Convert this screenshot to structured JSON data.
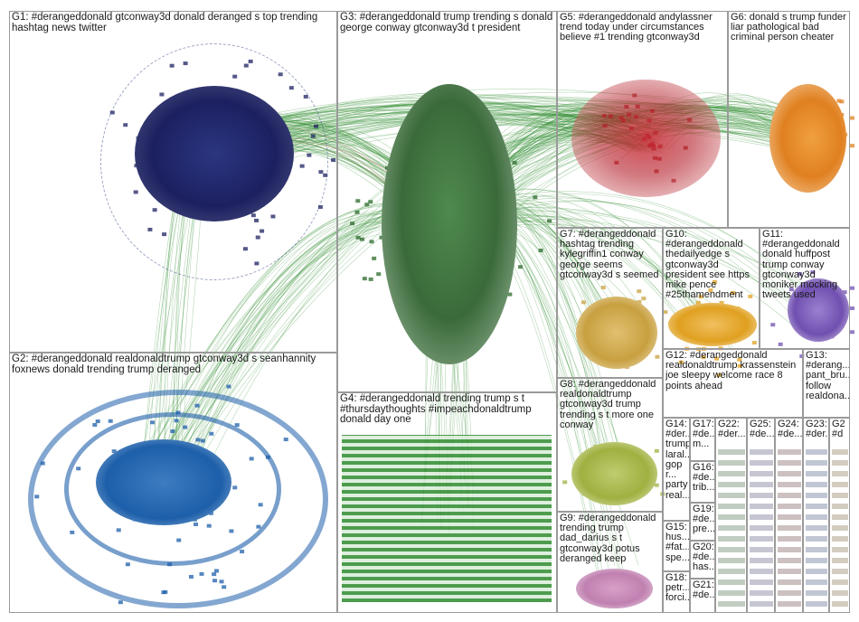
{
  "colors": {
    "edge_green": "#2e8b2e",
    "edge_red": "#b22222",
    "border": "#9a9a9a",
    "text": "#1a1a1a"
  },
  "groups": [
    {
      "id": "g1",
      "label": "G1: #derangeddonald gtconway3d donald deranged s top trending hashtag news twitter",
      "color": "#1c2060"
    },
    {
      "id": "g2",
      "label": "G2: #derangeddonald realdonaldtrump gtconway3d s seanhannity foxnews donald trending trump deranged",
      "color": "#1d5faa"
    },
    {
      "id": "g3",
      "label": "G3: #derangeddonald trump trending s donald george conway gtconway3d t president",
      "color": "#2a6a2a"
    },
    {
      "id": "g4",
      "label": "G4: #derangeddonald trending trump s t #thursdaythoughts #impeachdonaldtrump donald day one",
      "color": "#1f7a1f"
    },
    {
      "id": "g5",
      "label": "G5: #derangeddonald andylassner trend today under circumstances believe #1 trending gtconway3d",
      "color": "#b3202a"
    },
    {
      "id": "g6",
      "label": "G6: donald s trump funder liar pathological bad criminal person cheater",
      "color": "#e08020"
    },
    {
      "id": "g7",
      "label": "G7: #derangeddonald hashtag trending kylegriffin1 conway george seems gtconway3d s seemed",
      "color": "#c8a040"
    },
    {
      "id": "g8",
      "label": "G8: #derangeddonald realdonaldtrump gtconway3d trump trending s t more one conway",
      "color": "#a0b040"
    },
    {
      "id": "g9",
      "label": "G9: #derangeddonald trending trump dad_darius s t gtconway3d potus deranged keep",
      "color": "#c080b0"
    },
    {
      "id": "g10",
      "label": "G10: #derangeddonald thedailyedge s gtconway3d president see https mike pence #25thamendment",
      "color": "#e0a020"
    },
    {
      "id": "g11",
      "label": "G11: #derangeddonald donald huffpost trump conway gtconway3d moniker mocking tweets used",
      "color": "#7050b0"
    },
    {
      "id": "g12",
      "label": "G12: #derangeddonald realdonaldtrump krassenstein joe sleepy welcome race 8 points ahead",
      "color": "#60a0c0"
    },
    {
      "id": "g13",
      "label": "G13: #derang... pant_bru... follow realdona...",
      "color": "#a07040"
    },
    {
      "id": "g14",
      "label": "G14: #der... trump laral... gop r... party real...",
      "color": "#80a060"
    },
    {
      "id": "g15",
      "label": "G15: hus... #fat... spe...",
      "color": "#a06080"
    },
    {
      "id": "g16",
      "label": "G16: #de... trib...",
      "color": "#6080a0"
    },
    {
      "id": "g17",
      "label": "G17: #de... m...",
      "color": "#9070a0"
    },
    {
      "id": "g18",
      "label": "G18: petr... forci...",
      "color": "#a08060"
    },
    {
      "id": "g19",
      "label": "G19: #de... pre...",
      "color": "#70a070"
    },
    {
      "id": "g20",
      "label": "G20: #de... has...",
      "color": "#a0a060"
    },
    {
      "id": "g21",
      "label": "G21: #de...",
      "color": "#6070a0"
    },
    {
      "id": "g22",
      "label": "G22: #der...",
      "color": "#507050"
    },
    {
      "id": "g23",
      "label": "G23: #der...",
      "color": "#705050"
    },
    {
      "id": "g24",
      "label": "G24: #de...",
      "color": "#505070"
    },
    {
      "id": "g25",
      "label": "G25: #de...",
      "color": "#607060"
    },
    {
      "id": "g2x",
      "label": "G2 #d",
      "color": "#606060"
    }
  ]
}
